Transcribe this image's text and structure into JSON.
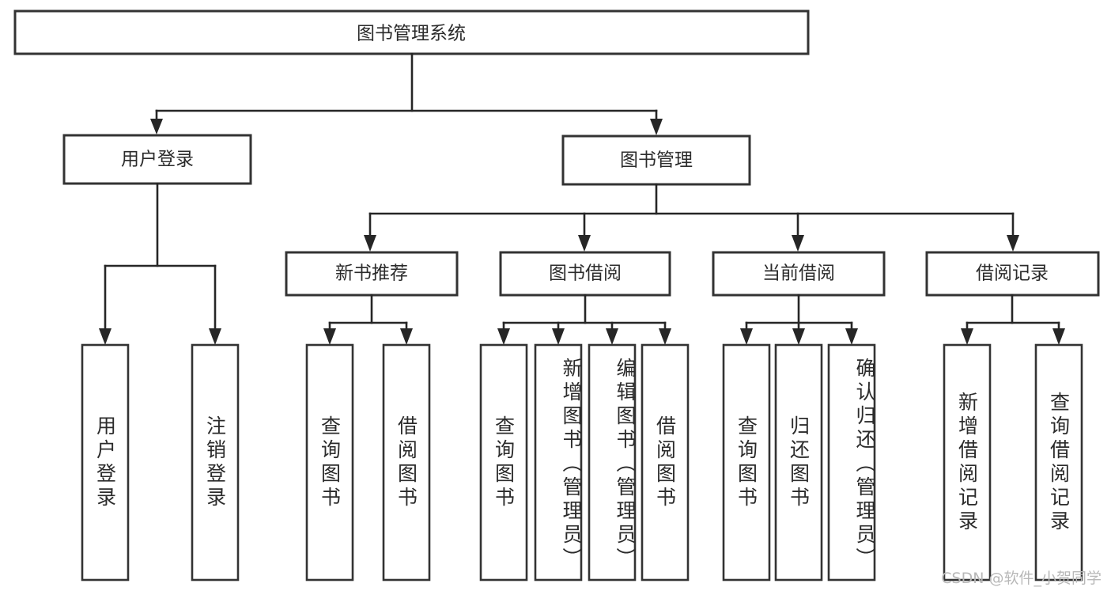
{
  "diagram": {
    "title_text": "图书管理系统",
    "type": "tree-hierarchy-diagram",
    "root": {
      "id": "root",
      "label": "图书管理系统"
    },
    "level2": [
      {
        "id": "user-login",
        "label": "用户登录"
      },
      {
        "id": "book-management",
        "label": "图书管理"
      }
    ],
    "level3": [
      {
        "id": "new-book-recommend",
        "label": "新书推荐",
        "parent": "book-management"
      },
      {
        "id": "book-borrow",
        "label": "图书借阅",
        "parent": "book-management"
      },
      {
        "id": "current-borrow",
        "label": "当前借阅",
        "parent": "book-management"
      },
      {
        "id": "borrow-record",
        "label": "借阅记录",
        "parent": "book-management"
      }
    ],
    "leaves": {
      "user_login": [
        {
          "id": "leaf-user-login",
          "label": "用户登录"
        },
        {
          "id": "leaf-logout-login",
          "label": "注销登录"
        }
      ],
      "new_book_recommend": [
        {
          "id": "leaf-query-book-1",
          "label": "查询图书"
        },
        {
          "id": "leaf-borrow-book-1",
          "label": "借阅图书"
        }
      ],
      "book_borrow": [
        {
          "id": "leaf-query-book-2",
          "label": "查询图书"
        },
        {
          "id": "leaf-add-book",
          "label": "新增图书（管理员）"
        },
        {
          "id": "leaf-edit-book",
          "label": "编辑图书（管理员）"
        },
        {
          "id": "leaf-borrow-book-2",
          "label": "借阅图书"
        }
      ],
      "current_borrow": [
        {
          "id": "leaf-query-book-3",
          "label": "查询图书"
        },
        {
          "id": "leaf-return-book",
          "label": "归还图书"
        },
        {
          "id": "leaf-confirm-return",
          "label": "确认归还（管理员）"
        }
      ],
      "borrow_record": [
        {
          "id": "leaf-add-borrow-record",
          "label": "新增借阅记录"
        },
        {
          "id": "leaf-query-borrow-record",
          "label": "查询借阅记录"
        }
      ]
    },
    "colors": {
      "box_stroke": "#333333",
      "box_fill": "#ffffff",
      "line": "#262626",
      "text": "#2b2b2b",
      "watermark": "#b8b8b8",
      "background": "#ffffff"
    }
  },
  "watermark": {
    "text": "CSDN @软件_小贺同学"
  }
}
